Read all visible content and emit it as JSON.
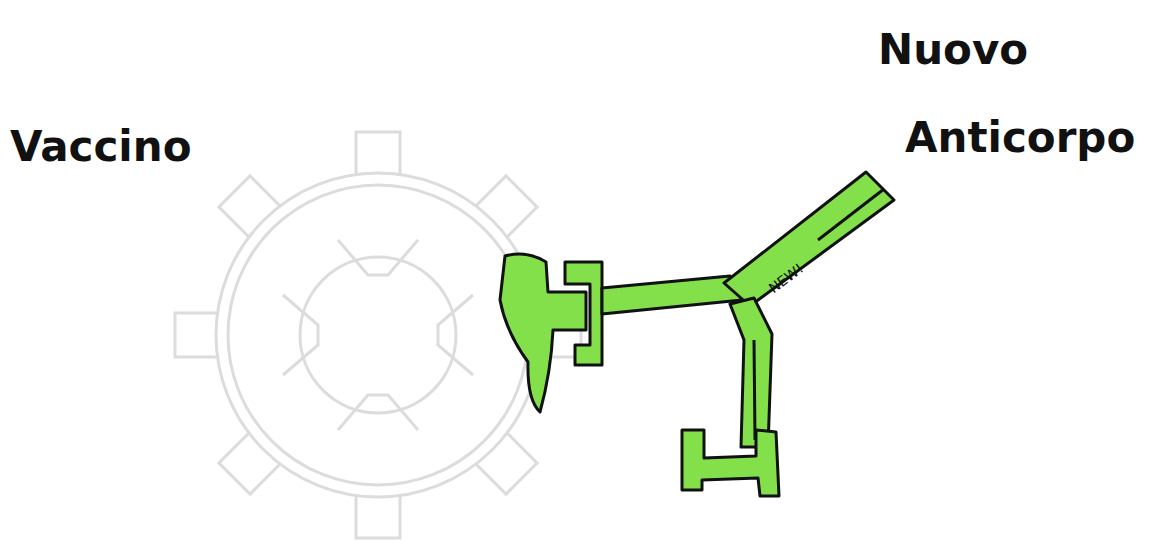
{
  "diagram": {
    "nodes": [
      {
        "text": [
          "NEW!"
        ]
      }
    ],
    "labels": [
      "Vaccino",
      "Nuovo Anticorpo"
    ]
  }
}
